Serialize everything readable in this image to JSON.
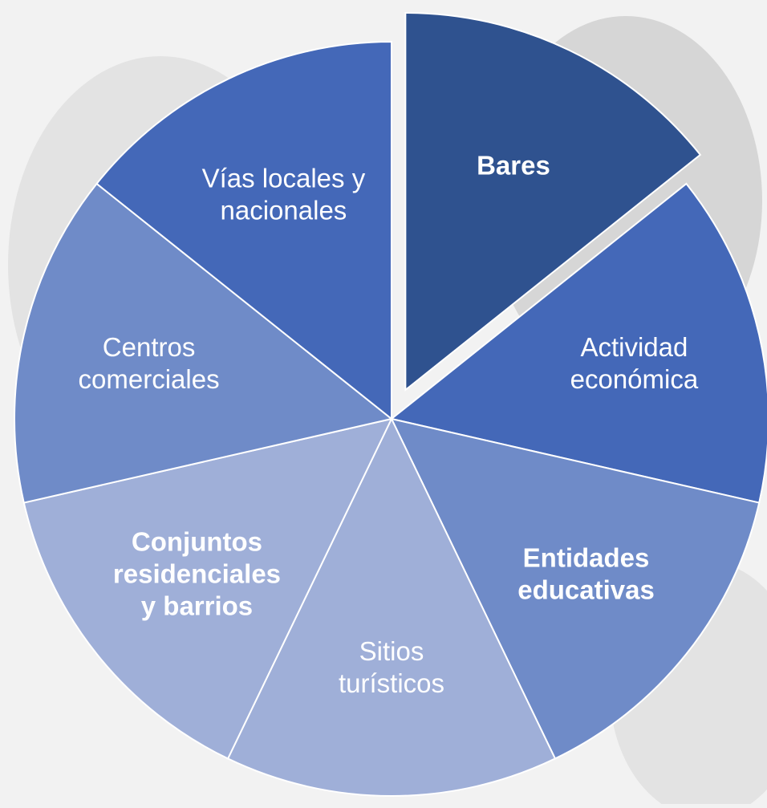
{
  "diagram": {
    "type": "segmented-circle",
    "segments": [
      {
        "id": "bares",
        "lines": [
          "Bares"
        ],
        "bold": true,
        "color": "#2f528f",
        "exploded": true
      },
      {
        "id": "actividad-economica",
        "lines": [
          "Actividad",
          "económica"
        ],
        "bold": false,
        "color": "#4468b8",
        "exploded": false
      },
      {
        "id": "entidades-educativas",
        "lines": [
          "Entidades",
          "educativas"
        ],
        "bold": true,
        "color": "#6f8bc8",
        "exploded": false
      },
      {
        "id": "sitios-turisticos",
        "lines": [
          "Sitios",
          "turísticos"
        ],
        "bold": false,
        "color": "#9fafd8",
        "exploded": false
      },
      {
        "id": "conjuntos-residenciales",
        "lines": [
          "Conjuntos",
          "residenciales",
          "y barrios"
        ],
        "bold": true,
        "color": "#9fafd8",
        "exploded": false
      },
      {
        "id": "centros-comerciales",
        "lines": [
          "Centros",
          "comerciales"
        ],
        "bold": false,
        "color": "#6f8bc8",
        "exploded": false
      },
      {
        "id": "vias-locales",
        "lines": [
          "Vías locales y",
          "nacionales"
        ],
        "bold": false,
        "color": "#4468b8",
        "exploded": false
      }
    ]
  }
}
